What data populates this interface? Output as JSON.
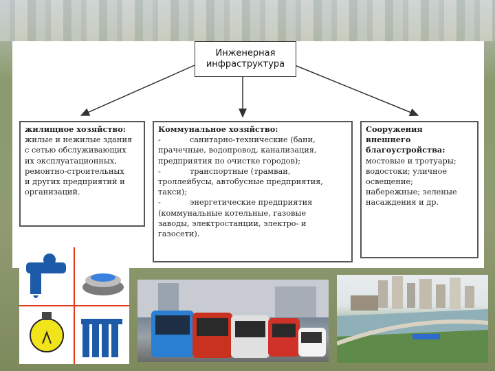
{
  "title": {
    "line1": "Инженерная",
    "line2": "инфраструктура"
  },
  "housing": {
    "heading": "жилищное хозяйство:",
    "lines": [
      "жилые и нежилые здания",
      "с сетью обслуживающих",
      "их эксплуатационных,",
      "ремонтно-строительных",
      "и других предприятий и",
      "организаций."
    ]
  },
  "communal": {
    "heading": "Коммунальное хозяйство:",
    "items": [
      {
        "dash": "-",
        "first": "санитарно-технические (бани,",
        "rest": [
          "прачечные, водопровод, канализация,",
          "предприятия по очистке городов);"
        ]
      },
      {
        "dash": "-",
        "first": "транспортные (трамваи,",
        "rest": [
          "троллейбусы, автобусные предприятия,",
          "такси);"
        ]
      },
      {
        "dash": "-",
        "first": "энергетические предприятия",
        "rest": [
          "(коммунальные котельные, газовые",
          "заводы, электростанции, электро- и",
          "газосети)."
        ]
      }
    ]
  },
  "external": {
    "heading_lines": [
      "Сооружения",
      "внешнего",
      "благоустройства:"
    ],
    "lines": [
      "мостовые и тротуары;",
      "водостоки; уличное",
      "освещение;",
      "набережные; зеленые",
      "насаждения и др."
    ]
  },
  "colors": {
    "utility_blue": "#1d5aa8",
    "utility_yellow": "#f2e41a",
    "utility_red": "#e03a1e"
  },
  "images": {
    "utilities": "utilities-icons",
    "transport": "transport-vehicles-photo",
    "city": "city-embankment-photo"
  }
}
